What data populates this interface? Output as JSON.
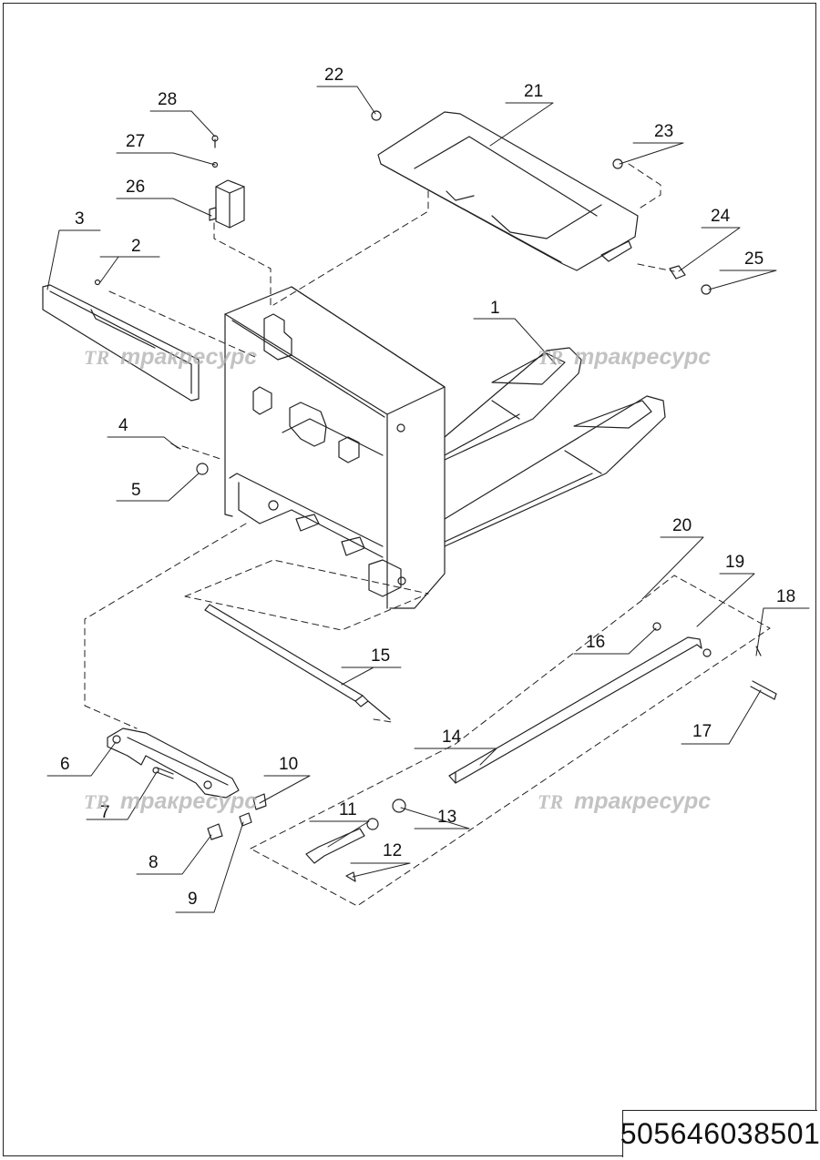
{
  "drawing_code": "505646038501",
  "watermark": {
    "logo": "TR",
    "text": "тракресурс"
  },
  "callouts": [
    "1",
    "2",
    "3",
    "4",
    "5",
    "6",
    "7",
    "8",
    "9",
    "10",
    "11",
    "12",
    "13",
    "14",
    "15",
    "16",
    "17",
    "18",
    "19",
    "20",
    "21",
    "22",
    "23",
    "24",
    "25",
    "26",
    "27",
    "28"
  ]
}
